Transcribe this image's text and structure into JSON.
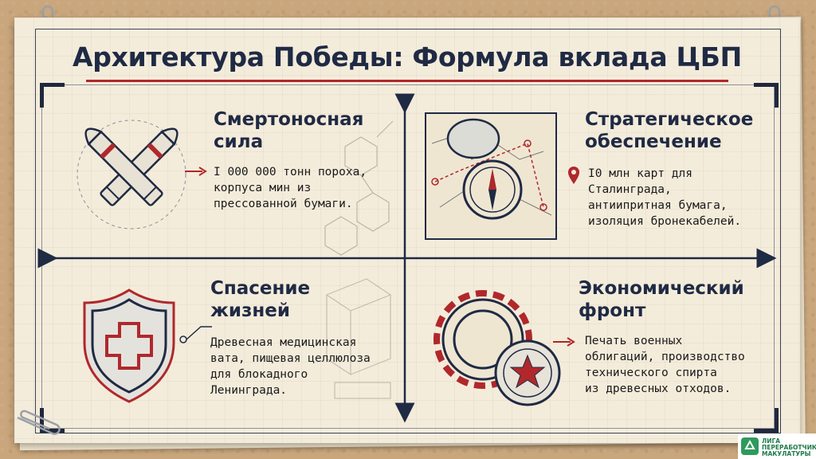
{
  "title": "Архитектура Победы: Формула вклада ЦБП",
  "colors": {
    "navy": "#1f2a44",
    "red": "#b0282c",
    "paper": "#f4ecdb",
    "cork": "#c9a67c",
    "logo_green": "#1f7a4a"
  },
  "quadrants": [
    {
      "heading": "Смертоносная\nсила",
      "text": "I 000 000 тонн пороха,\nкорпуса мин из\nпрессованной бумаги.",
      "marker": "arrow-icon",
      "illustration": "crossed-shells-icon"
    },
    {
      "heading": "Стратегическое\nобеспечение",
      "text": "I0 млн карт для\nСталинграда,\nантиипритная бумага,\nизоляция бронекабелей.",
      "marker": "map-pin-icon",
      "illustration": "compass-on-map-icon"
    },
    {
      "heading": "Спасение\nжизней",
      "text": "Древесная медицинская\nвата, пищевая целлюлоза\nдля блокадного\nЛенинграда.",
      "marker": "circle-pointer-icon",
      "illustration": "medical-shield-icon"
    },
    {
      "heading": "Экономический\nфронт",
      "text": "Печать военных\nоблигаций, производство\nтехнического спирта\nиз древесных отходов.",
      "marker": "arrow-icon",
      "illustration": "gear-and-star-coin-icon"
    }
  ],
  "logo": {
    "text": "ЛИГА\nПЕРЕРАБОТЧИКОВ\nМАКУЛАТУРЫ",
    "icon": "recycle-icon"
  }
}
